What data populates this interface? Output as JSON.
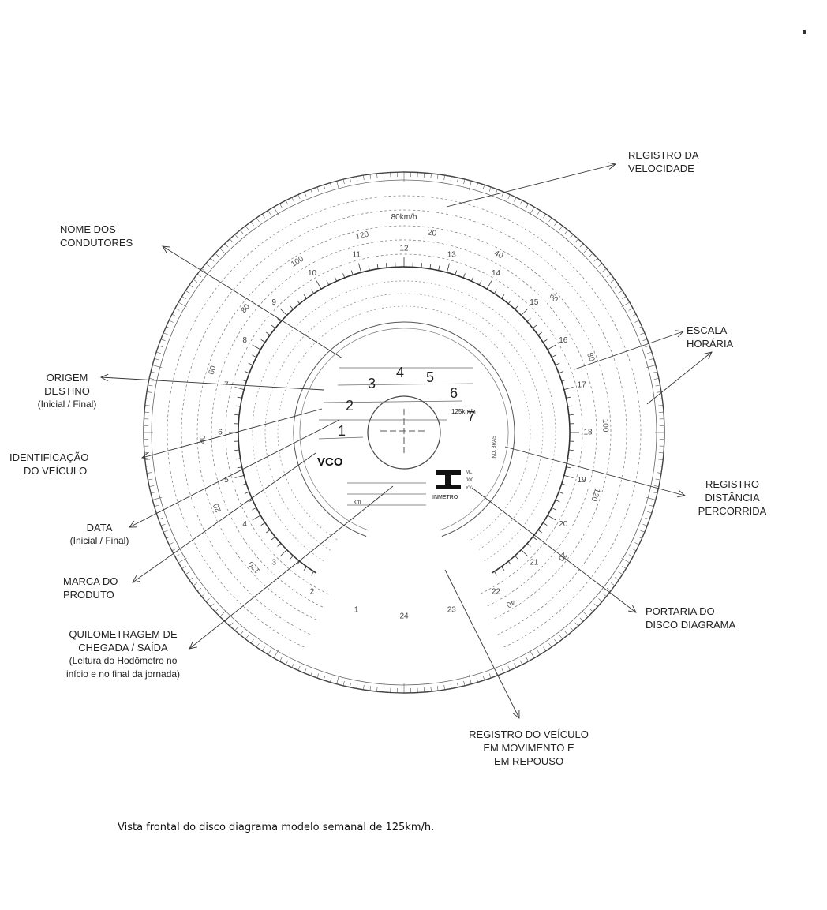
{
  "labels": {
    "registro_velocidade": [
      "REGISTRO DA",
      "VELOCIDADE"
    ],
    "nome_condutores": [
      "NOME DOS",
      "CONDUTORES"
    ],
    "escala_horaria": [
      "ESCALA",
      "HORÁRIA"
    ],
    "origem_destino": [
      "ORIGEM",
      "DESTINO"
    ],
    "origem_destino_sub": "(Inicial / Final)",
    "identificacao_veiculo": [
      "IDENTIFICAÇÃO",
      "DO VEÍCULO"
    ],
    "registro_distancia": [
      "REGISTRO",
      "DISTÂNCIA",
      "PERCORRIDA"
    ],
    "data": "DATA",
    "data_sub": "(Inicial / Final)",
    "marca_produto": [
      "MARCA DO",
      "PRODUTO"
    ],
    "portaria_disco": [
      "PORTARIA DO",
      "DISCO DIAGRAMA"
    ],
    "quilometragem": [
      "QUILOMETRAGEM DE",
      "CHEGADA / SAÍDA"
    ],
    "quilometragem_sub": [
      "(Leitura do Hodômetro no",
      "início e no final da jornada)"
    ],
    "registro_veiculo": [
      "REGISTRO DO VEÍCULO",
      "EM MOVIMENTO E",
      "EM REPOUSO"
    ]
  },
  "caption": "Vista frontal do disco diagrama modelo semanal de 125km/h.",
  "disk": {
    "speed_unit_label": "80km/h",
    "max_speed_label": "125km/h",
    "speed_labels": [
      "20",
      "40",
      "60",
      "80",
      "100",
      "120"
    ],
    "hour_labels": [
      "1",
      "2",
      "3",
      "4",
      "5",
      "6",
      "7",
      "8",
      "9",
      "10",
      "11",
      "12",
      "13",
      "14",
      "15",
      "16",
      "17",
      "18",
      "19",
      "20",
      "21",
      "22",
      "23",
      "24"
    ],
    "day_numbers": [
      "1",
      "2",
      "3",
      "4",
      "5",
      "6",
      "7"
    ],
    "brand": "VCO",
    "inmetro": "INMETRO",
    "km_label": "km",
    "portaria_code": [
      "ML",
      "000",
      "YY"
    ],
    "serial": "IND. BRAS"
  }
}
